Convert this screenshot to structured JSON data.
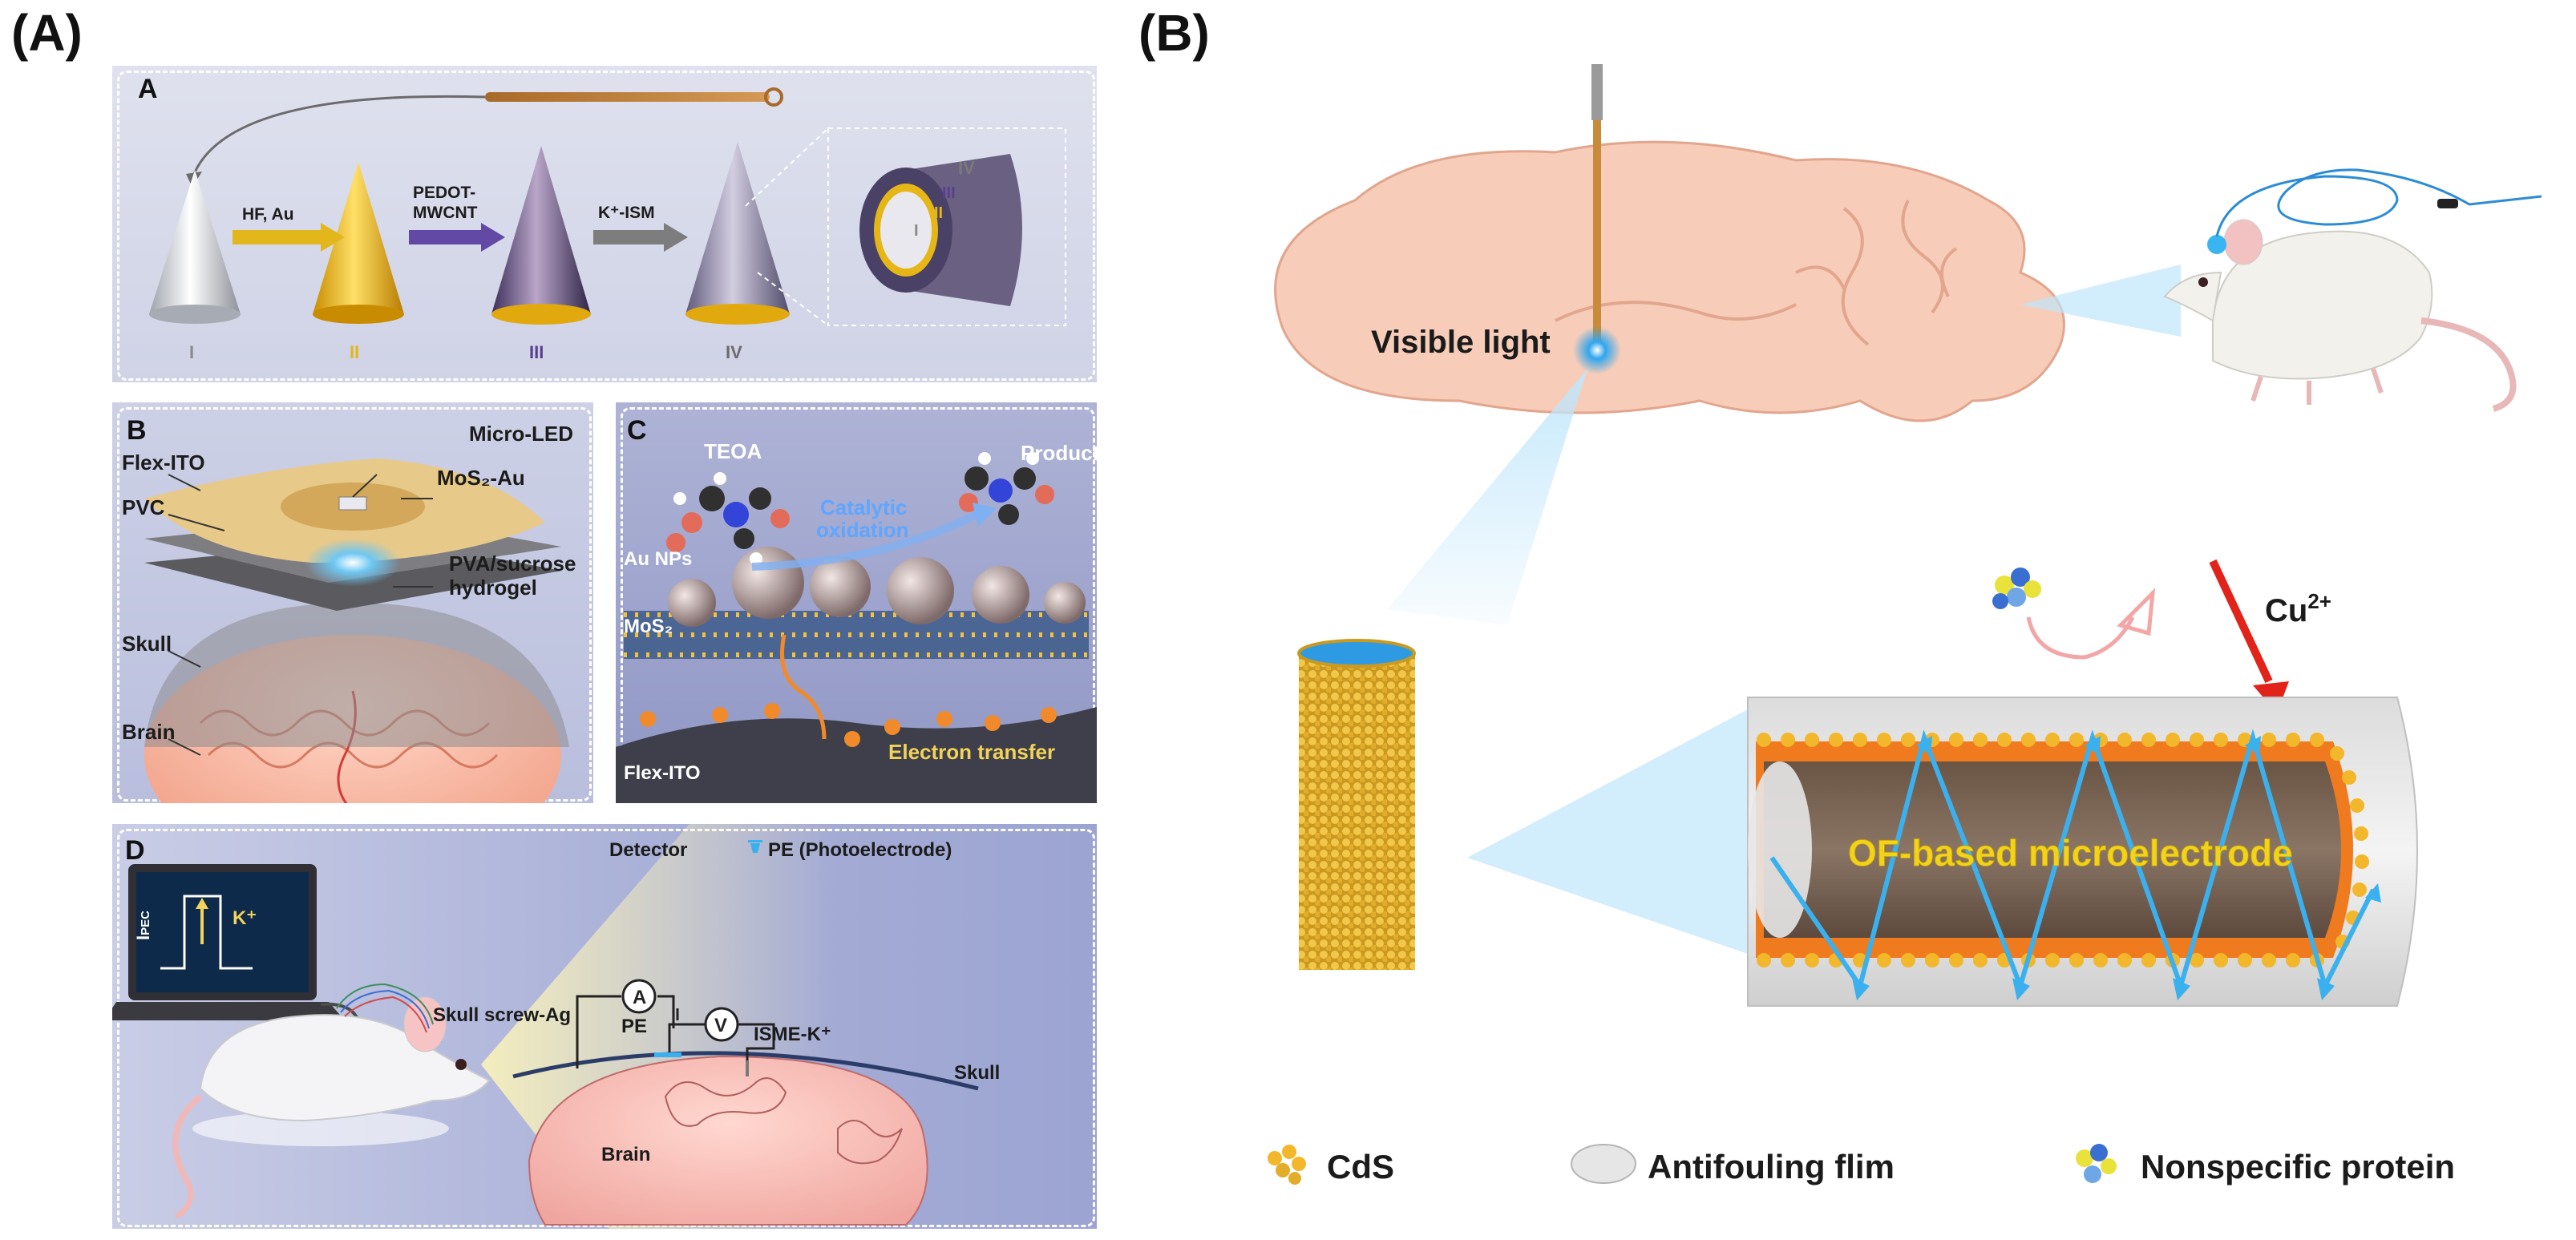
{
  "left": {
    "tag": "(A)",
    "A": {
      "tag": "A",
      "steps": [
        "HF, Au",
        "PEDOT-",
        "MWCNT",
        "K⁺-ISM"
      ],
      "stages": [
        "I",
        "II",
        "III",
        "IV"
      ],
      "inset": [
        "IV",
        "III",
        "II",
        "I"
      ]
    },
    "B": {
      "tag": "B",
      "labels": [
        "Micro-LED",
        "Flex-ITO",
        "MoS₂-Au",
        "PVC",
        "PVA/sucrose",
        "hydrogel",
        "Skull",
        "Brain"
      ]
    },
    "C": {
      "tag": "C",
      "labels": [
        "TEOA",
        "Product",
        "Catalytic",
        "oxidation",
        "Au NPs",
        "MoS₂",
        "Electron transfer",
        "Flex-ITO"
      ]
    },
    "D": {
      "tag": "D",
      "screen_axis": "I",
      "screen_axis_sub": "PEC",
      "screen_ion": "K⁺",
      "labels": [
        "Detector",
        "PE (Photoelectrode)",
        "A",
        "V",
        "PE",
        "ISME-K⁺",
        "Skull screw-Ag",
        "Skull",
        "Brain"
      ]
    }
  },
  "right": {
    "tag": "(B)",
    "visible_light": "Visible light",
    "cu": "Cu",
    "cu_sup": "2+",
    "electrode": "OF-based microelectrode",
    "legend": [
      "CdS",
      "Antifouling flim",
      "Nonspecific protein"
    ]
  },
  "colors": {
    "panel_bg": "#d9dcea",
    "panel_bg_deep": "#aeb3d6",
    "gold": "#e8b418",
    "purple": "#5b3f8f",
    "brain_pink": "#f6c9b8",
    "glow_blue": "#45b8f0",
    "orange": "#f07a1e",
    "red_arrow": "#e2231a"
  }
}
